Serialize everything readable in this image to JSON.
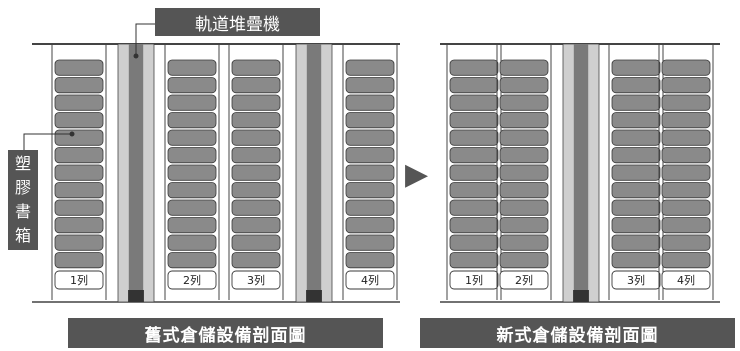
{
  "labels": {
    "crane": "軌道堆疊機",
    "box": "塑\n膠\n書\n箱",
    "arrow": "▶"
  },
  "old_layout": {
    "caption": "舊式倉儲設備剖面圖",
    "columns": [
      "1列",
      "2列",
      "3列",
      "4列"
    ]
  },
  "new_layout": {
    "caption": "新式倉儲設備剖面圖",
    "columns": [
      "1列",
      "2列",
      "3列",
      "4列"
    ]
  },
  "colors": {
    "box_fill": "#8a8a8a",
    "rack_line": "#444444",
    "crane_fill": "#9a9a9a",
    "label_bg": "#555555"
  }
}
